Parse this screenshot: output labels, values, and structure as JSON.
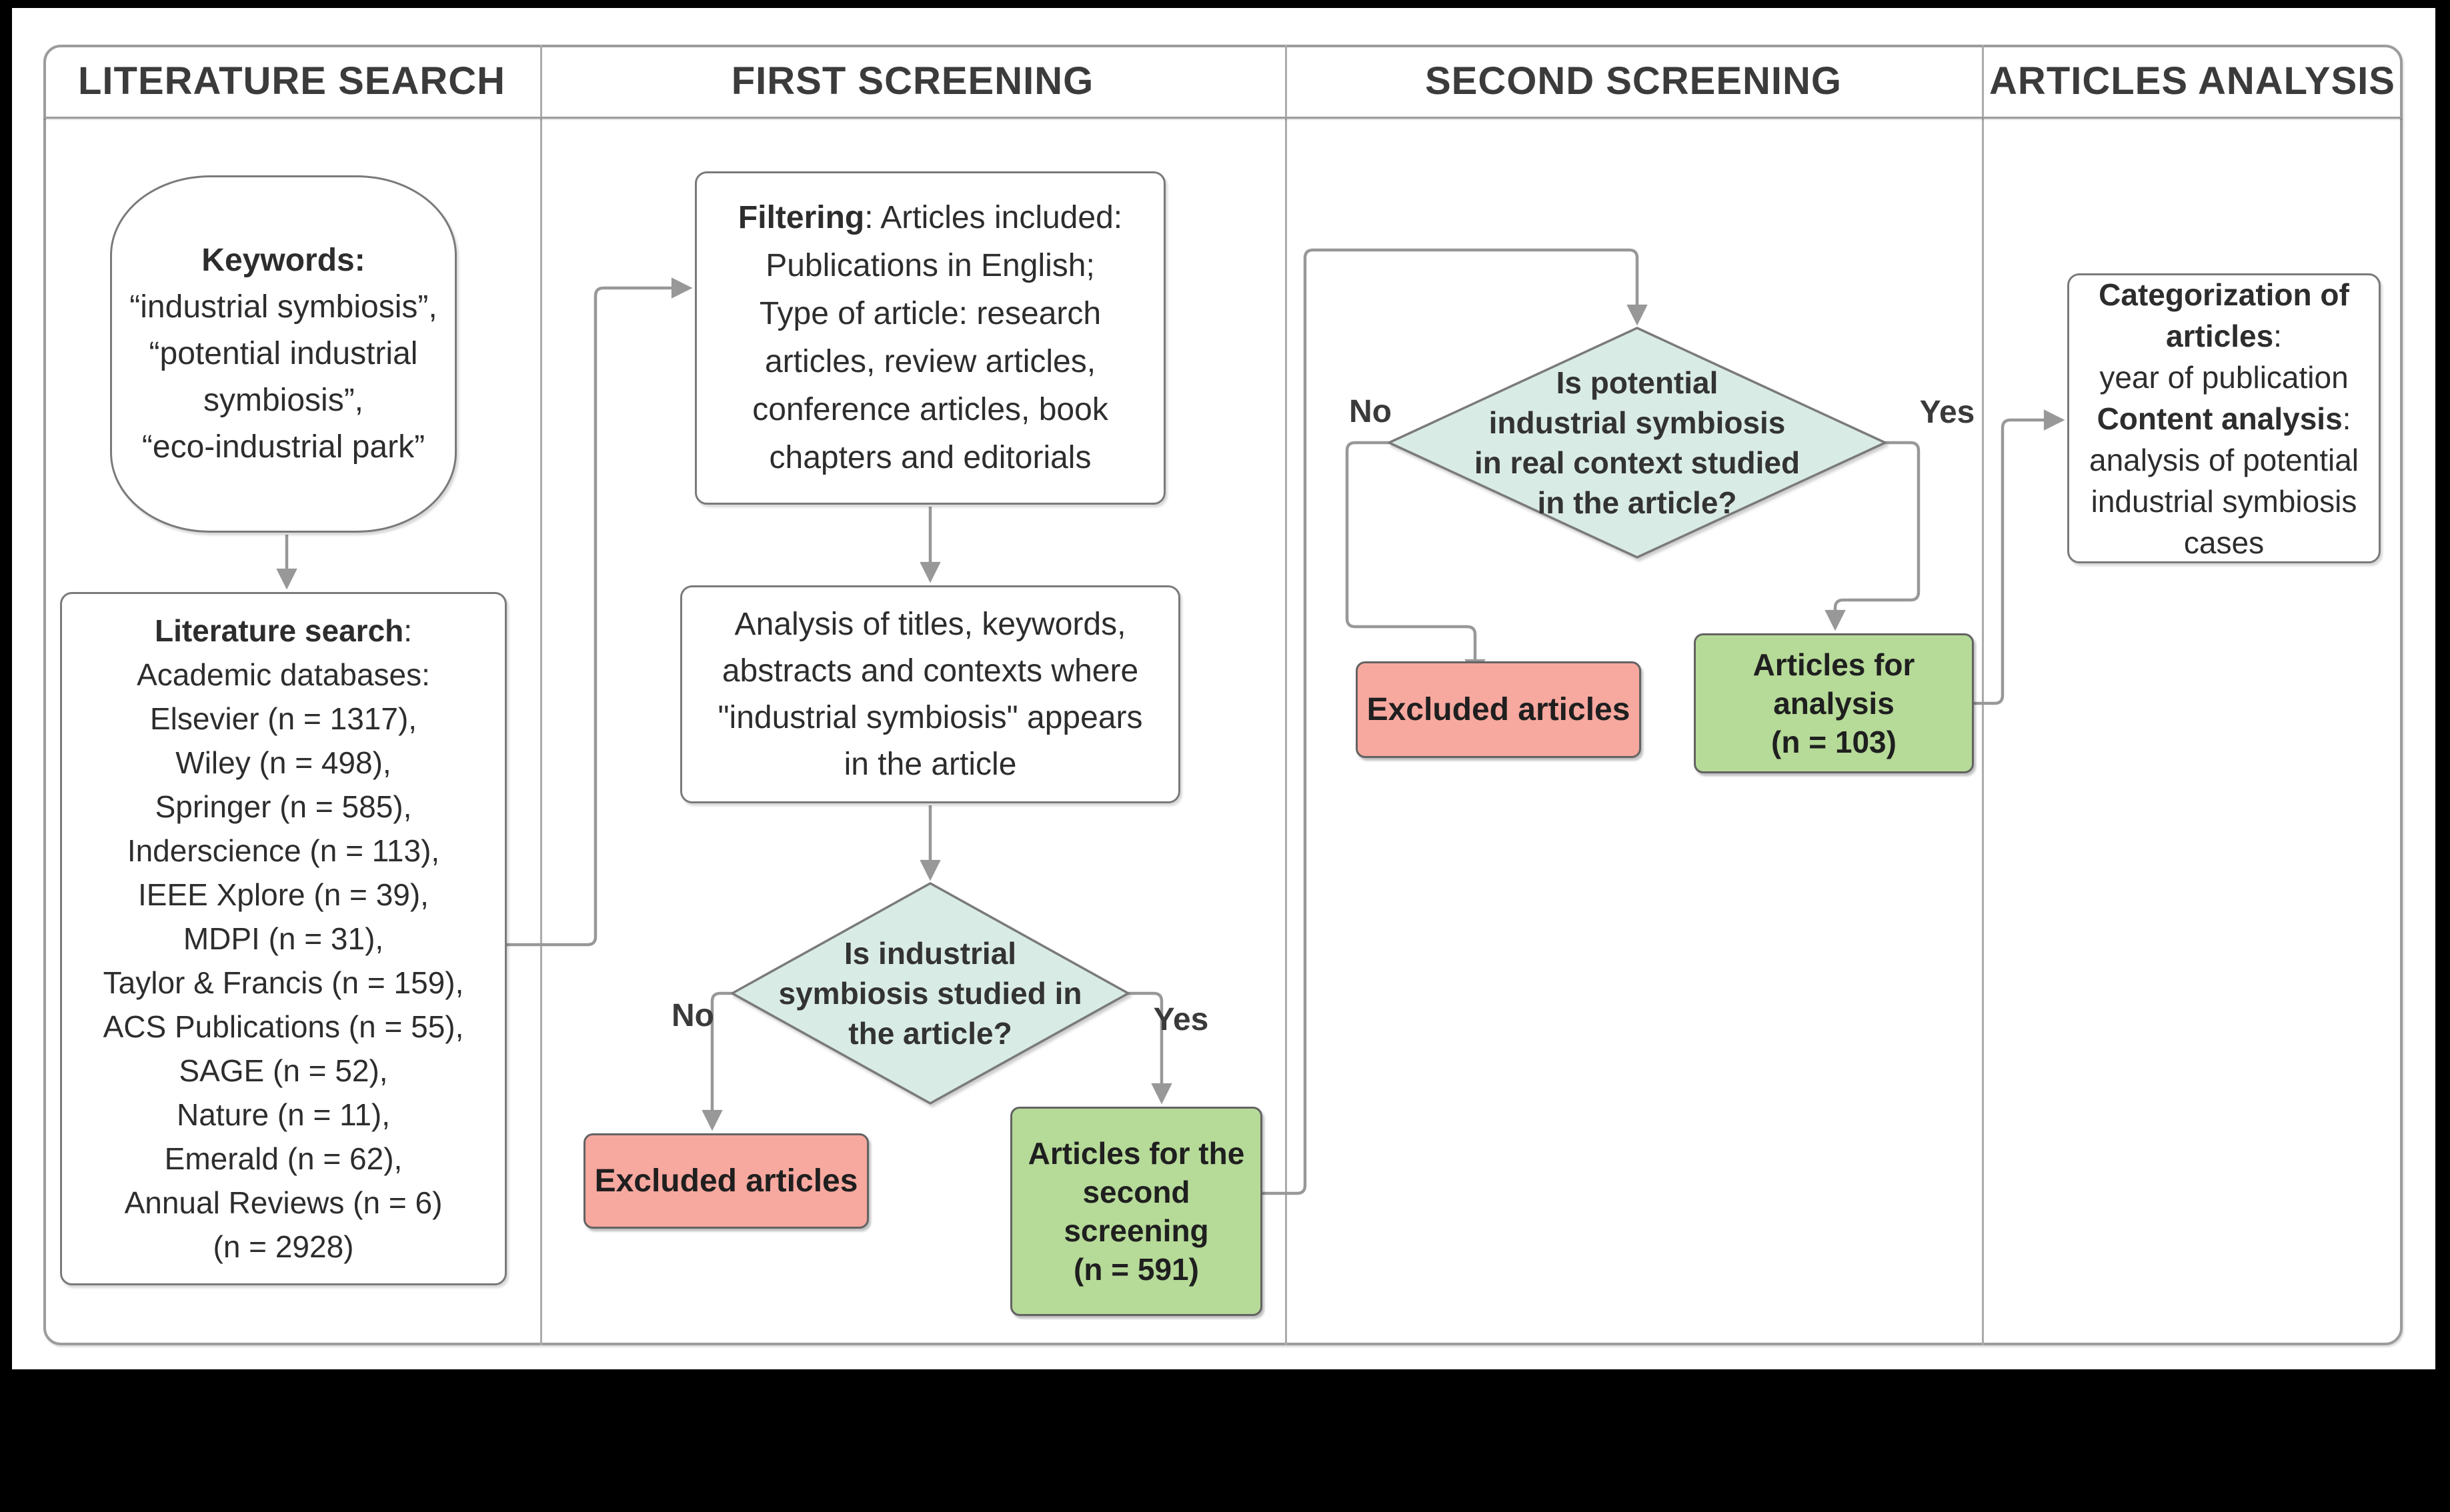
{
  "colors": {
    "background": "#000000",
    "canvas": "#ffffff",
    "frame_border": "#9c9c9c",
    "connector": "#989898",
    "diamond_fill": "#d9ebe5",
    "excluded_fill": "#f7a89f",
    "included_fill": "#b6da98",
    "text": "#2d2d2d"
  },
  "headers": {
    "literature_search": "LITERATURE SEARCH",
    "first_screening": "FIRST SCREENING",
    "second_screening": "SECOND SCREENING",
    "articles_analysis": "ARTICLES ANALYSIS"
  },
  "literature_search": {
    "keywords_box": {
      "title": "Keywords:",
      "lines": [
        "“industrial symbiosis”,",
        "“potential industrial",
        "symbiosis”,",
        "“eco-industrial park”"
      ]
    },
    "search_box": {
      "title": "Literature search",
      "title_suffix": ":",
      "lines": [
        "Academic databases:",
        "Elsevier (n = 1317),",
        "Wiley (n = 498),",
        "Springer (n = 585),",
        "Inderscience (n = 113),",
        "IEEE Xplore (n = 39),",
        "MDPI (n = 31),",
        "Taylor & Francis (n = 159),",
        "ACS Publications (n = 55),",
        "SAGE (n = 52),",
        "Nature (n = 11),",
        "Emerald (n = 62),",
        "Annual Reviews (n = 6)",
        "(n = 2928)"
      ]
    }
  },
  "first_screening": {
    "filtering_box": {
      "title": "Filtering",
      "title_suffix": ": Articles included:",
      "lines": [
        "Publications in English;",
        "Type of article: research",
        "articles, review articles,",
        "conference articles, book",
        "chapters and editorials"
      ]
    },
    "analysis_box": {
      "lines": [
        "Analysis of titles, keywords,",
        "abstracts and contexts where",
        "\"industrial symbiosis\" appears",
        "in the article"
      ]
    },
    "decision": {
      "lines": [
        "Is industrial",
        "symbiosis studied in",
        "the article?"
      ],
      "no_label": "No",
      "yes_label": "Yes"
    },
    "excluded_box": "Excluded articles",
    "included_box": {
      "lines": [
        "Articles for the",
        "second",
        "screening",
        "(n = 591)"
      ]
    }
  },
  "second_screening": {
    "decision": {
      "lines": [
        "Is potential",
        "industrial symbiosis",
        "in real context studied",
        "in the article?"
      ],
      "no_label": "No",
      "yes_label": "Yes"
    },
    "excluded_box": "Excluded articles",
    "included_box": {
      "lines": [
        "Articles for",
        "analysis",
        "(n = 103)"
      ]
    }
  },
  "articles_analysis": {
    "categorization_box": {
      "title_line1": "Categorization of",
      "title_line2": "articles",
      "title_suffix": ":",
      "line_year": "year of publication",
      "title2": "Content analysis",
      "title2_suffix": ":",
      "lines": [
        "analysis of potential",
        "industrial symbiosis",
        "cases"
      ]
    }
  }
}
